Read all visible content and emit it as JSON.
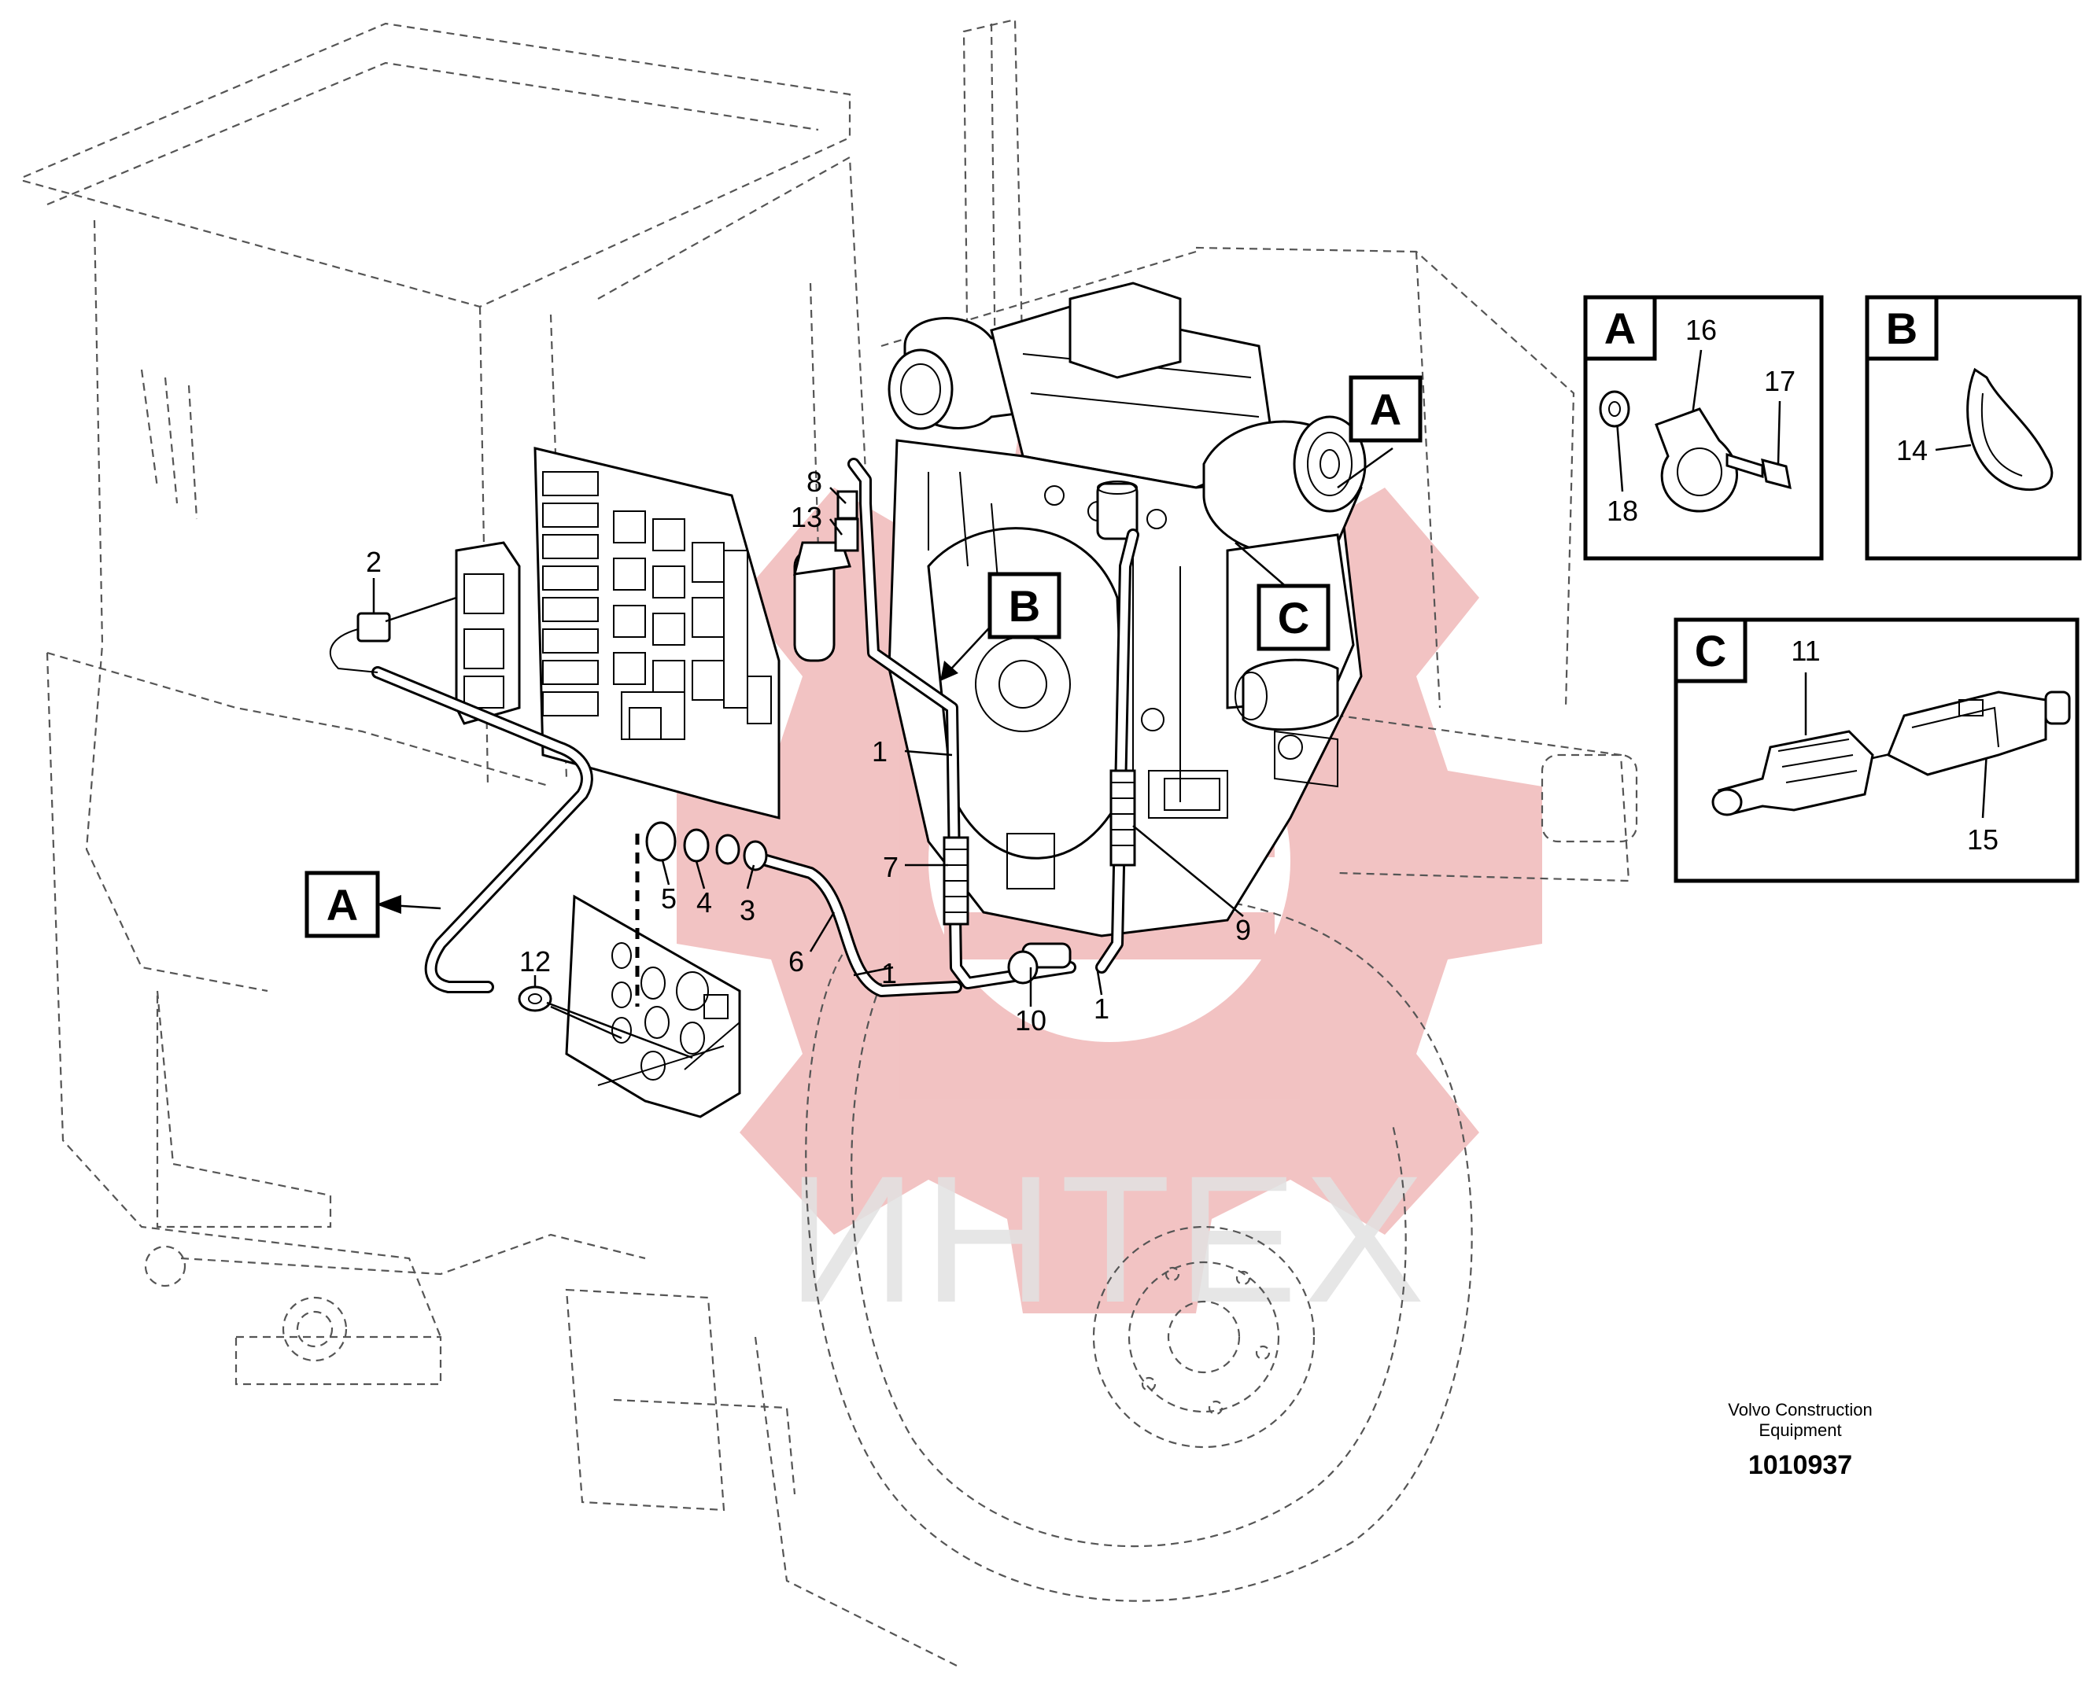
{
  "callouts": {
    "c1a": "1",
    "c1b": "1",
    "c1c": "1",
    "c2": "2",
    "c3": "3",
    "c4": "4",
    "c5": "5",
    "c6": "6",
    "c7": "7",
    "c8": "8",
    "c9": "9",
    "c10": "10",
    "c11": "11",
    "c12": "12",
    "c13": "13",
    "c14": "14",
    "c15": "15",
    "c16": "16",
    "c17": "17",
    "c18": "18"
  },
  "tags": {
    "a_main": "A",
    "b_main": "B",
    "c_main": "C",
    "a_detail": "A",
    "b_detail": "B",
    "c_detail": "C"
  },
  "watermark": {
    "text": "ИНТЕХ",
    "color": "#f1bcbc"
  },
  "footer": {
    "line1": "Volvo Construction",
    "line2": "Equipment",
    "number": "1010937"
  }
}
